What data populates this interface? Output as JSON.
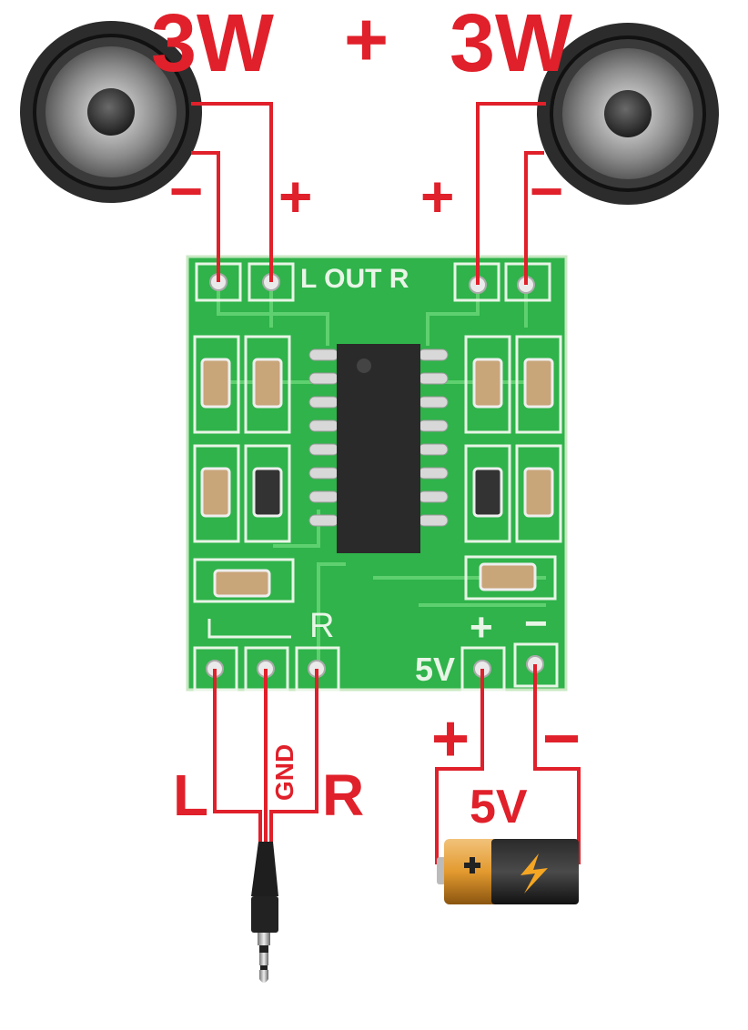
{
  "colors": {
    "wire": "#e0202a",
    "pcb": "#2fb34a",
    "pcb_dark": "#1f8f37",
    "silkscreen": "#e8f5e6",
    "chip": "#2a2a2a",
    "background": "#ffffff"
  },
  "power_rating": {
    "left": "3W",
    "plus": "+",
    "right": "3W"
  },
  "speaker_left": {
    "minus": "−",
    "plus": "+"
  },
  "speaker_right": {
    "plus": "+",
    "minus": "−"
  },
  "board": {
    "silk_out": "L OUT R",
    "silk_r": "R",
    "silk_plus": "+",
    "silk_minus": "−",
    "silk_5v": "5V"
  },
  "audio_input": {
    "left": "L",
    "gnd": "GND",
    "right": "R"
  },
  "power_supply": {
    "plus": "+",
    "minus": "−",
    "voltage": "5V"
  },
  "icons": [
    "speaker-icon",
    "audio-jack-icon",
    "battery-icon",
    "amplifier-chip-icon"
  ]
}
